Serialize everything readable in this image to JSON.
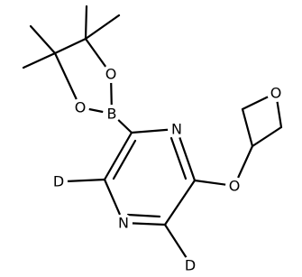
{
  "molecule": {
    "atoms": {
      "boron": "B",
      "dioxaborolane_oxygen_top": "O",
      "dioxaborolane_oxygen_left": "O",
      "pyrazine_nitrogen_top": "N",
      "pyrazine_nitrogen_bottom": "N",
      "ether_oxygen": "O",
      "oxetane_oxygen": "O",
      "deuterium_left": "D",
      "deuterium_right": "D"
    }
  }
}
